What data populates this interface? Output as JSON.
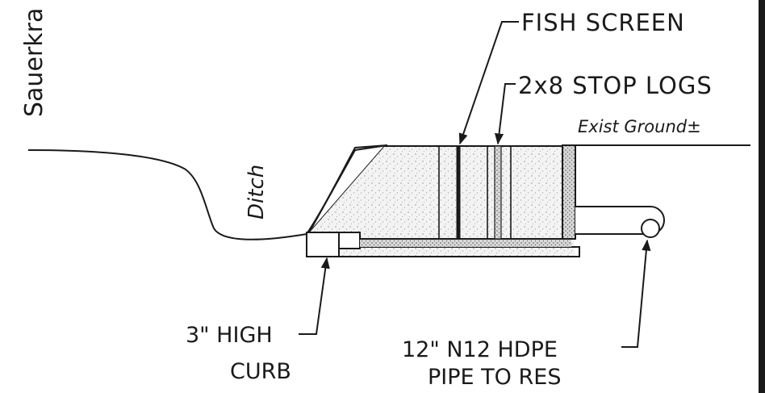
{
  "labels": {
    "sauerkraut": "Sauerkra",
    "fish_screen": "FISH SCREEN",
    "stop_logs": "2x8 STOP LOGS",
    "exist_ground": "Exist Ground±",
    "ditch": "Ditch",
    "curb_line1": "3\" HIGH",
    "curb_line2": "CURB",
    "pipe_line1": "12\" N12 HDPE",
    "pipe_line2": "PIPE TO RES"
  },
  "colors": {
    "ink": "#1a1a1a",
    "concrete_fill": "#ebebeb",
    "background": "#ffffff"
  }
}
